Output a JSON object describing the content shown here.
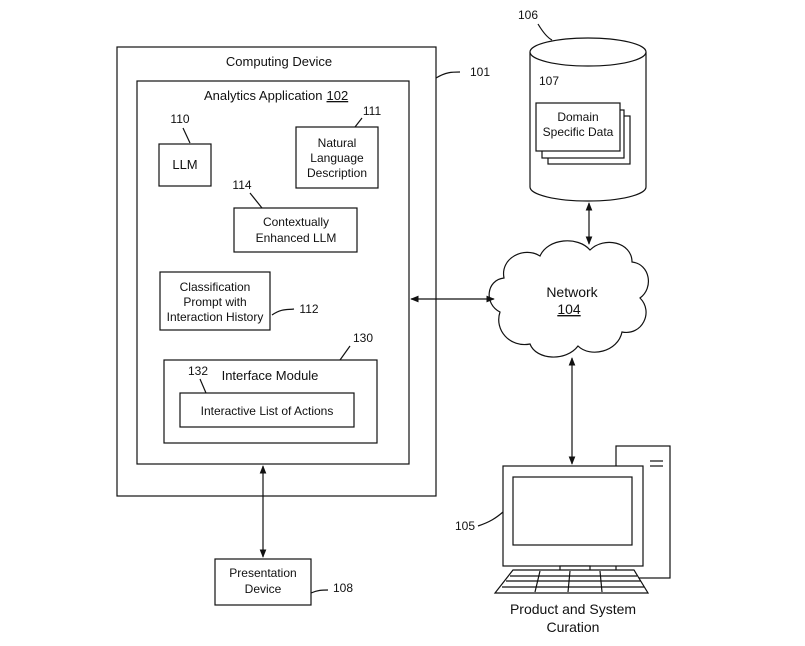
{
  "computing_device": {
    "title": "Computing Device",
    "ref": "101"
  },
  "analytics_app": {
    "title": "Analytics Application",
    "ref": "102"
  },
  "llm": {
    "label": "LLM",
    "ref": "110"
  },
  "nl_description": {
    "line1": "Natural",
    "line2": "Language",
    "line3": "Description",
    "ref": "111"
  },
  "contextual_llm": {
    "line1": "Contextually",
    "line2": "Enhanced LLM",
    "ref": "114"
  },
  "classification_prompt": {
    "line1": "Classification",
    "line2": "Prompt with",
    "line3": "Interaction History",
    "ref": "112"
  },
  "interface_module": {
    "title": "Interface Module",
    "ref": "130"
  },
  "interactive_list": {
    "label": "Interactive List of Actions",
    "ref": "132"
  },
  "database": {
    "ref": "106"
  },
  "domain_data": {
    "line1": "Domain",
    "line2": "Specific Data",
    "ref": "107"
  },
  "network": {
    "label": "Network",
    "ref": "104"
  },
  "computer": {
    "ref": "105",
    "caption_line1": "Product and System",
    "caption_line2": "Curation"
  },
  "presentation_device": {
    "line1": "Presentation",
    "line2": "Device",
    "ref": "108"
  }
}
